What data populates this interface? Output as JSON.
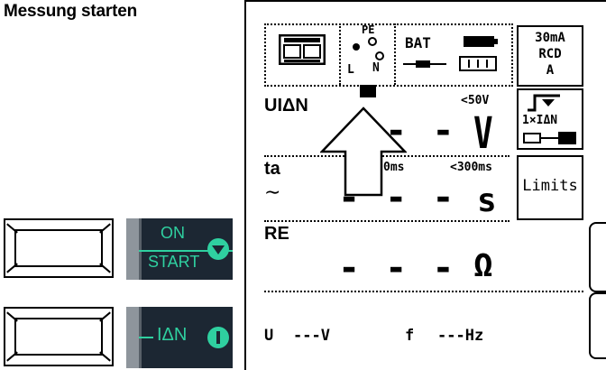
{
  "heading": "Messung starten",
  "keys": {
    "on_start": {
      "line1": "ON",
      "line2": "START"
    },
    "idn": {
      "text": "IΔN"
    }
  },
  "display": {
    "status": {
      "pe": "PE",
      "l": "L",
      "n": "N",
      "bat": "BAT"
    },
    "rcd_box": {
      "line1": "30mA",
      "line2": "RCD",
      "line3": "A"
    },
    "mode_box": {
      "text": "1×IΔN"
    },
    "limits_label": "Limits",
    "rows": [
      {
        "label": "UIΔN",
        "limit": "<50V",
        "value": "- - -",
        "unit": "V"
      },
      {
        "label": "ta",
        "limit_left": "0ms",
        "limit": "<300ms",
        "value": "- - -",
        "unit": "s"
      },
      {
        "label": "RE",
        "value": "- - -",
        "unit": "Ω"
      }
    ],
    "bottom": {
      "u_label": "U",
      "u_value": "---V",
      "f_label": "f",
      "f_value": "---Hz"
    }
  }
}
